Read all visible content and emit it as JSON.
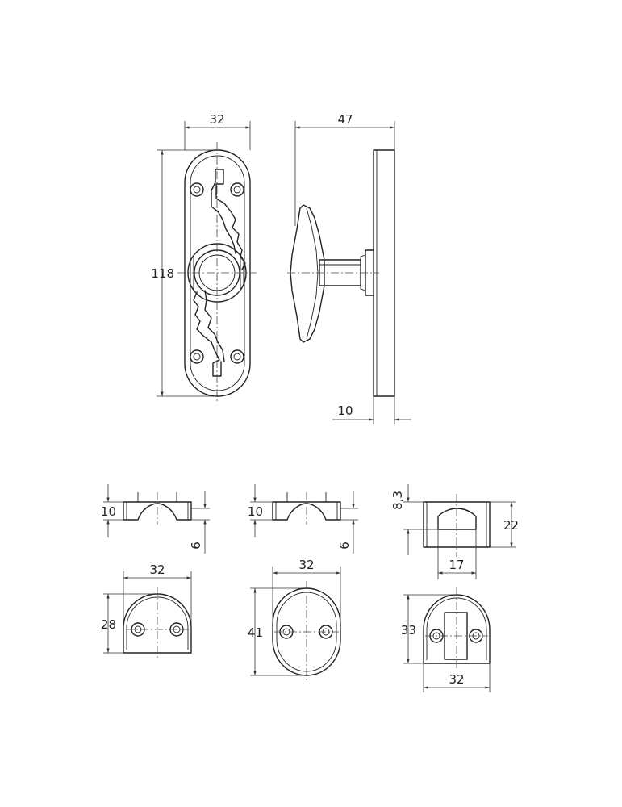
{
  "dimensions": {
    "rosette_width": "32",
    "rosette_height": "118",
    "knob_projection": "47",
    "rosette_thickness": "10",
    "keeper1_height": "10",
    "keeper1_offset": "6",
    "keeper1_width": "32",
    "keeper1_depth": "28",
    "keeper2_height": "10",
    "keeper2_offset": "6",
    "keeper2_width": "32",
    "keeper2_depth": "41",
    "keeper3_slot": "8,3",
    "keeper3_height": "22",
    "keeper3_slot_width": "17",
    "keeper3_depth": "33",
    "keeper3_width": "32"
  }
}
